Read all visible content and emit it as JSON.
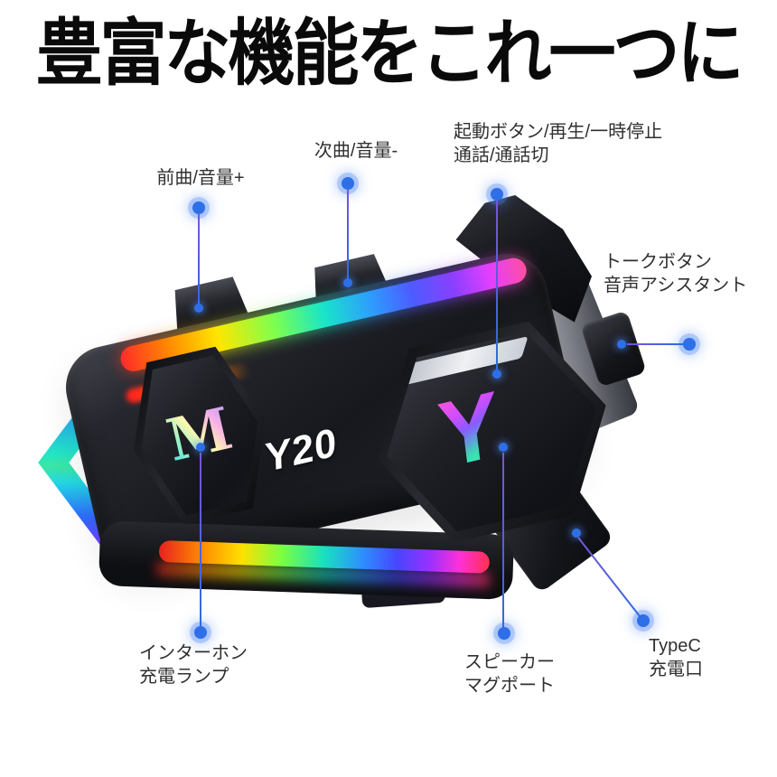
{
  "title": "豊富な機能をこれ一つに",
  "device": {
    "model": "Y20",
    "left_button_logo": "M",
    "right_button_logo": "Y"
  },
  "colors": {
    "callout_dot": "#2e6fe8",
    "callout_line_start": "#7a55d8",
    "callout_line_end": "#2e6be0",
    "title_text": "#0a0a0a",
    "label_text": "#303030"
  },
  "callouts": [
    {
      "id": "prev-track-volume-up",
      "label": "前曲/音量+"
    },
    {
      "id": "next-track-volume-down",
      "label": "次曲/音量-"
    },
    {
      "id": "power-play-pause-call",
      "label": "起動ボタン/再生/一時停止",
      "label2": "通話/通話切"
    },
    {
      "id": "talk-voice-assistant",
      "label": "トークボタン",
      "label2": "音声アシスタント"
    },
    {
      "id": "intercom-charge-lamp",
      "label": "インターホン",
      "label2": "充電ランプ"
    },
    {
      "id": "speaker-mag-port",
      "label": "スピーカー",
      "label2": "マグポート"
    },
    {
      "id": "typec-charge-port",
      "label": "TypeC",
      "label2": "充電口"
    }
  ]
}
